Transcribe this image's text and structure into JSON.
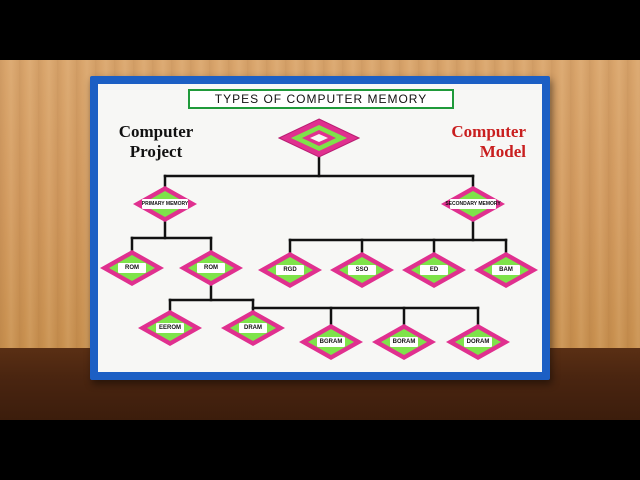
{
  "board": {
    "title": "TYPES OF COMPUTER MEMORY",
    "left_label": [
      "Computer",
      "Project"
    ],
    "right_label": [
      "Computer",
      "Model"
    ]
  },
  "nodes": {
    "primary": "PRIMARY MEMORY",
    "secondary": "SECONDARY MEMORY",
    "rom1": "ROM",
    "rom2": "ROM",
    "rgd": "RGD",
    "sso": "SSO",
    "ed": "ED",
    "bam": "BAM",
    "eerom": "EEROM",
    "dram": "DRAM",
    "bgram": "BGRAM",
    "boram": "BORAM",
    "doram": "DORAM"
  },
  "colors": {
    "diamond_outer": "#e0308f",
    "diamond_mid": "#7ee34a",
    "diamond_inner": "#e0308f",
    "connector": "#111111",
    "frame": "#1c5fc4",
    "title_border": "#1f9a3a",
    "right_label": "#c91f1f"
  }
}
